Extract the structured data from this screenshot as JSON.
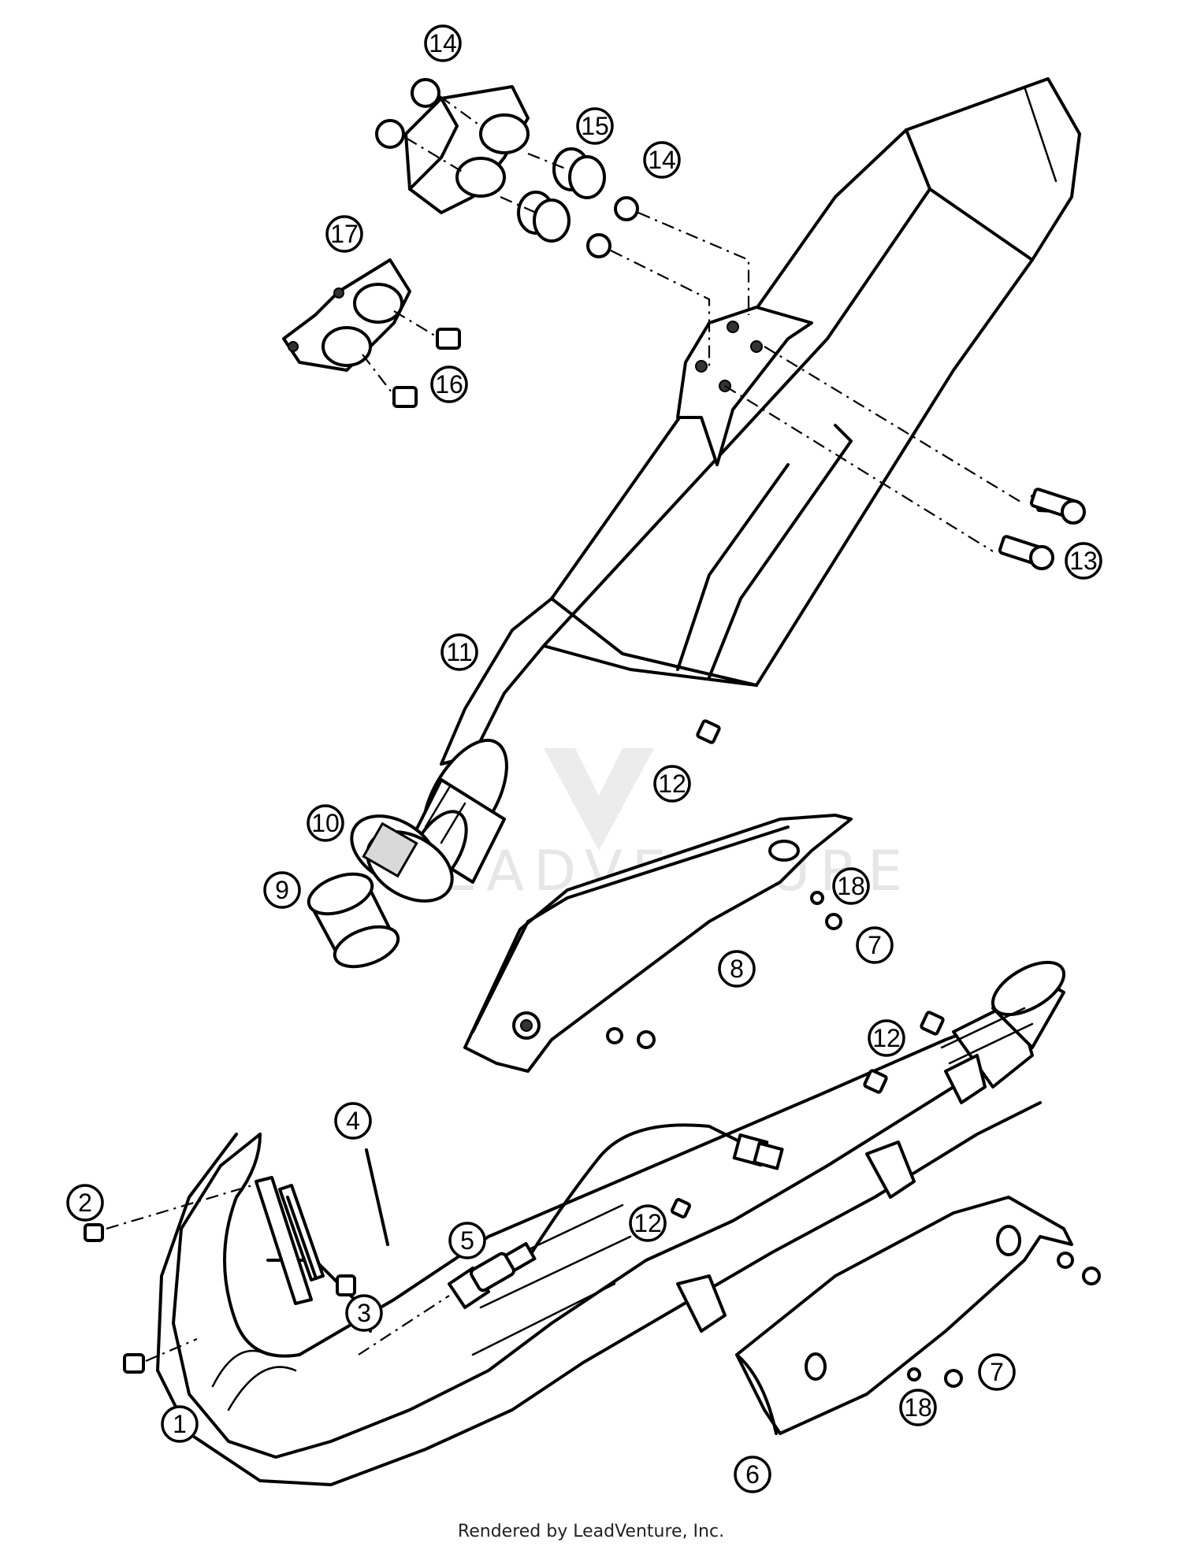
{
  "callouts": {
    "c1": "1",
    "c2": "2",
    "c3": "3",
    "c4": "4",
    "c5": "5",
    "c6": "6",
    "c7a": "7",
    "c7b": "7",
    "c8": "8",
    "c9": "9",
    "c10": "10",
    "c11": "11",
    "c12a": "12",
    "c12b": "12",
    "c12c": "12",
    "c13": "13",
    "c14a": "14",
    "c14b": "14",
    "c15": "15",
    "c16": "16",
    "c17": "17",
    "c18a": "18",
    "c18b": "18"
  },
  "watermark": "LEADVENTURE",
  "footer": "Rendered by LeadVenture, Inc."
}
